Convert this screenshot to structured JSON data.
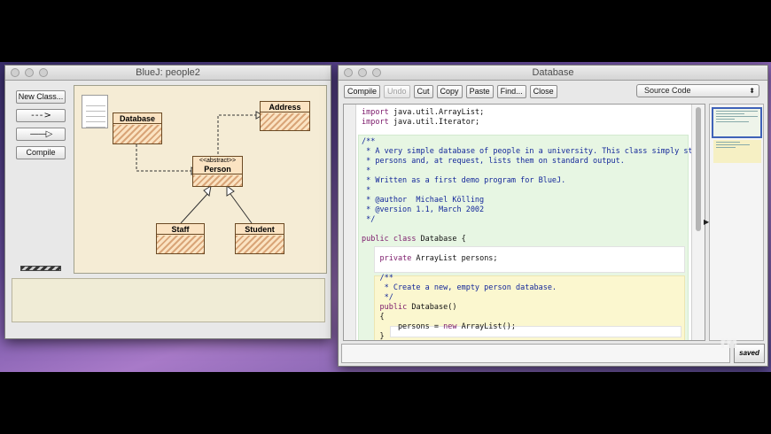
{
  "left_window": {
    "title": "BlueJ:  people2",
    "buttons": {
      "new_class": "New Class...",
      "dashed_arrow": "- - - >",
      "solid_arrow": "——▷",
      "compile": "Compile"
    },
    "classes": {
      "database": "Database",
      "address": "Address",
      "person_stereotype": "<<abstract>>",
      "person": "Person",
      "staff": "Staff",
      "student": "Student"
    }
  },
  "editor_window": {
    "title": "Database",
    "toolbar": {
      "compile": "Compile",
      "undo": "Undo",
      "cut": "Cut",
      "copy": "Copy",
      "paste": "Paste",
      "find": "Find...",
      "close": "Close"
    },
    "view_select": "Source Code",
    "code_lines": [
      "import java.util.ArrayList;",
      "import java.util.Iterator;",
      "",
      "/**",
      " * A very simple database of people in a university. This class simply stores",
      " * persons and, at request, lists them on standard output.",
      " *",
      " * Written as a first demo program for BlueJ.",
      " *",
      " * @author  Michael Kölling",
      " * @version 1.1, March 2002",
      " */",
      "",
      "public class Database {",
      "",
      "    private ArrayList persons;",
      "",
      "    /**",
      "     * Create a new, empty person database.",
      "     */",
      "    public Database()",
      "    {",
      "        persons = new ArrayList();",
      "    }"
    ],
    "saved_label": "saved"
  },
  "watermark": "m̱"
}
